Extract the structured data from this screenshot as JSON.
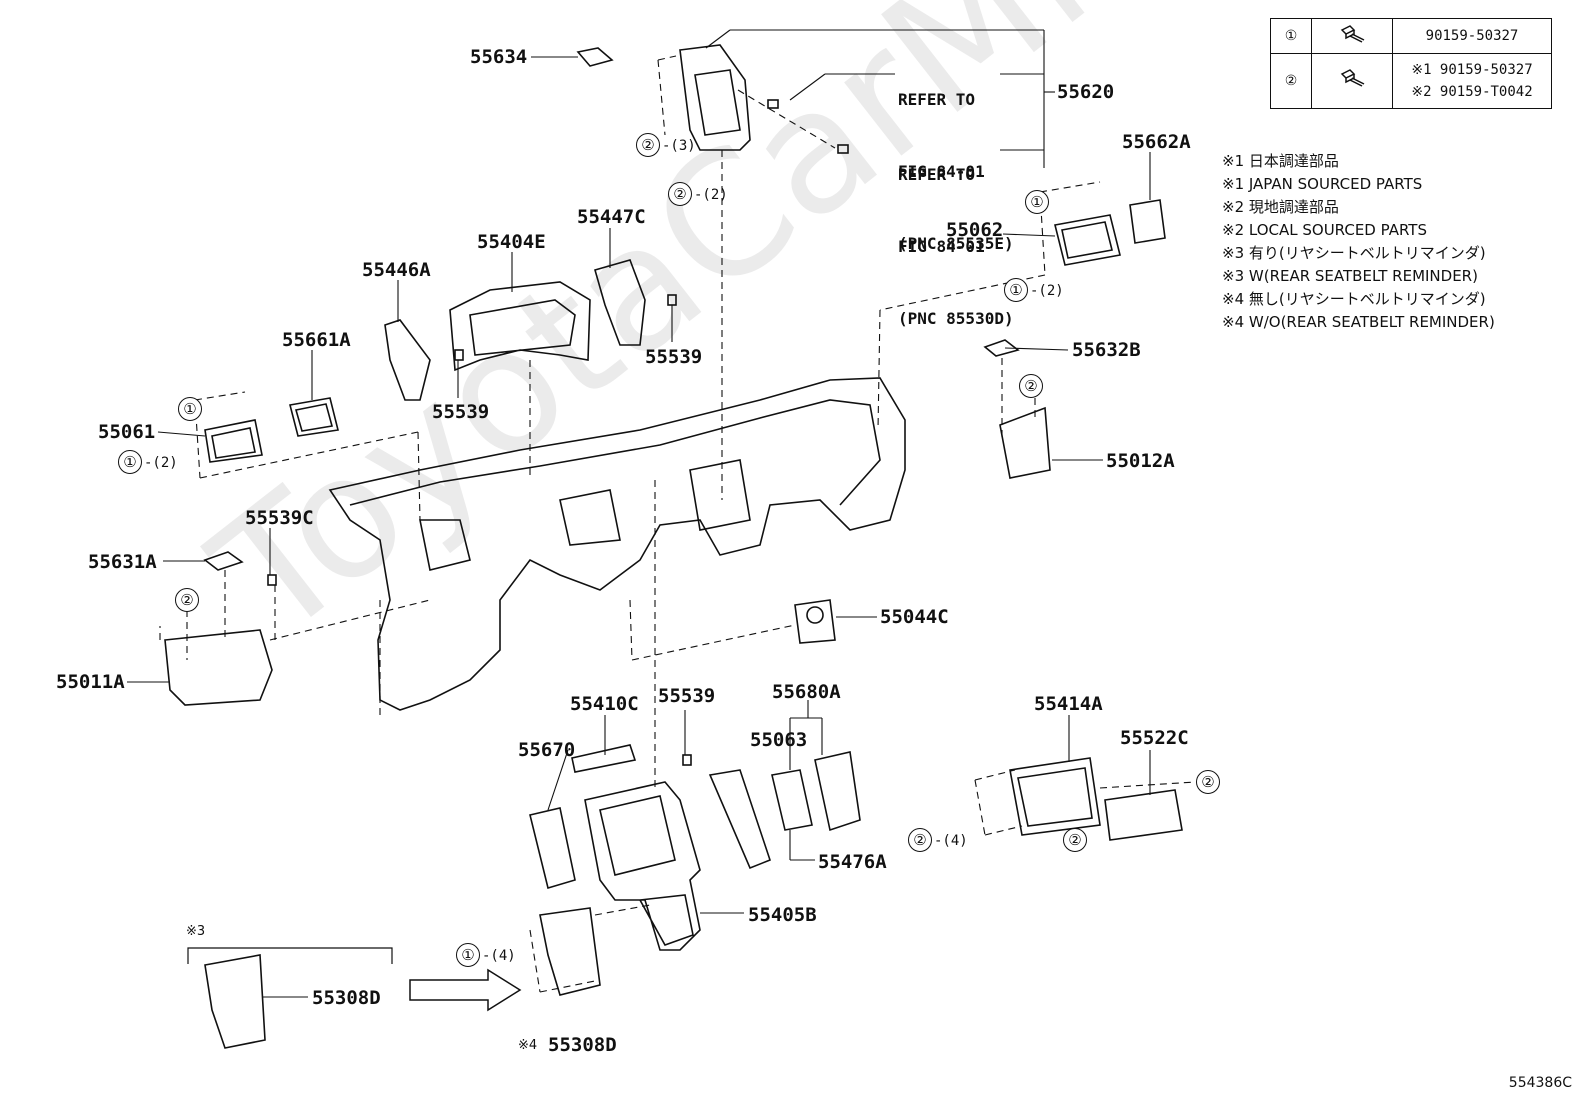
{
  "watermark": "ToyotaCarMine.ru",
  "legend": {
    "rows": [
      {
        "key": "①",
        "part": "90159-50327",
        "icon": "bolt-icon"
      },
      {
        "key": "②",
        "part_lines": [
          "※1 90159-50327",
          "※2 90159-T0042"
        ],
        "icon": "bolt-icon"
      }
    ]
  },
  "notes": [
    "※1 日本調達部品",
    "※1 JAPAN SOURCED PARTS",
    "※2 現地調達部品",
    "※2 LOCAL SOURCED PARTS",
    "※3 有り(リヤシートベルトリマインダ)",
    "※3 W(REAR SEATBELT REMINDER)",
    "※4 無し(リヤシートベルトリマインダ)",
    "※4 W/O(REAR SEATBELT REMINDER)"
  ],
  "references": [
    {
      "lines": [
        "REFER TO",
        "FIG 84-01",
        "(PNC 85535E)"
      ]
    },
    {
      "lines": [
        "REFER TO",
        "FIG 84-01",
        "(PNC 85530D)"
      ]
    }
  ],
  "part_labels": {
    "p55634": "55634",
    "p55620": "55620",
    "p55662A": "55662A",
    "p55062": "55062",
    "p55404E": "55404E",
    "p55447C": "55447C",
    "p55446A": "55446A",
    "p55661A": "55661A",
    "p55539a": "55539",
    "p55539b": "55539",
    "p55632B": "55632B",
    "p55061": "55061",
    "p55012A": "55012A",
    "p55539C": "55539C",
    "p55631A": "55631A",
    "p55044C": "55044C",
    "p55011A": "55011A",
    "p55680A": "55680A",
    "p55410C": "55410C",
    "p55539c": "55539",
    "p55414A": "55414A",
    "p55670": "55670",
    "p55063": "55063",
    "p55522C": "55522C",
    "p55476A": "55476A",
    "p55405B": "55405B",
    "p55308D_a": "55308D",
    "p55308D_b": "55308D"
  },
  "markers": {
    "m3": "※3",
    "m4": "※4"
  },
  "callouts": {
    "one": "①",
    "two": "②",
    "q2": "-(2)",
    "q3": "-(3)",
    "q4": "-(4)"
  },
  "drawing_code": "554386C"
}
